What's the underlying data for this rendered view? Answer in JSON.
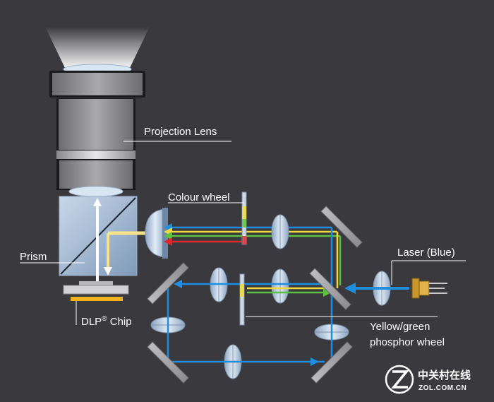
{
  "labels": {
    "projection_lens": "Projection Lens",
    "colour_wheel": "Colour wheel",
    "prism": "Prism",
    "laser": "Laser (Blue)",
    "dlp_chip_main": "DLP",
    "dlp_chip_reg": "®",
    "dlp_chip_rest": " Chip",
    "phosphor_line1": "Yellow/green",
    "phosphor_line2": "phosphor wheel"
  },
  "watermark": {
    "text_cn": "中关村在线",
    "text_en": "ZOL.COM.CN"
  },
  "colors": {
    "background": "#3a393e",
    "blue_beam": "#1e8fe0",
    "yellow_beam": "#f2d93b",
    "green_beam": "#5cc23d",
    "red_beam": "#e0262a",
    "chip_gold": "#f2b21e"
  }
}
